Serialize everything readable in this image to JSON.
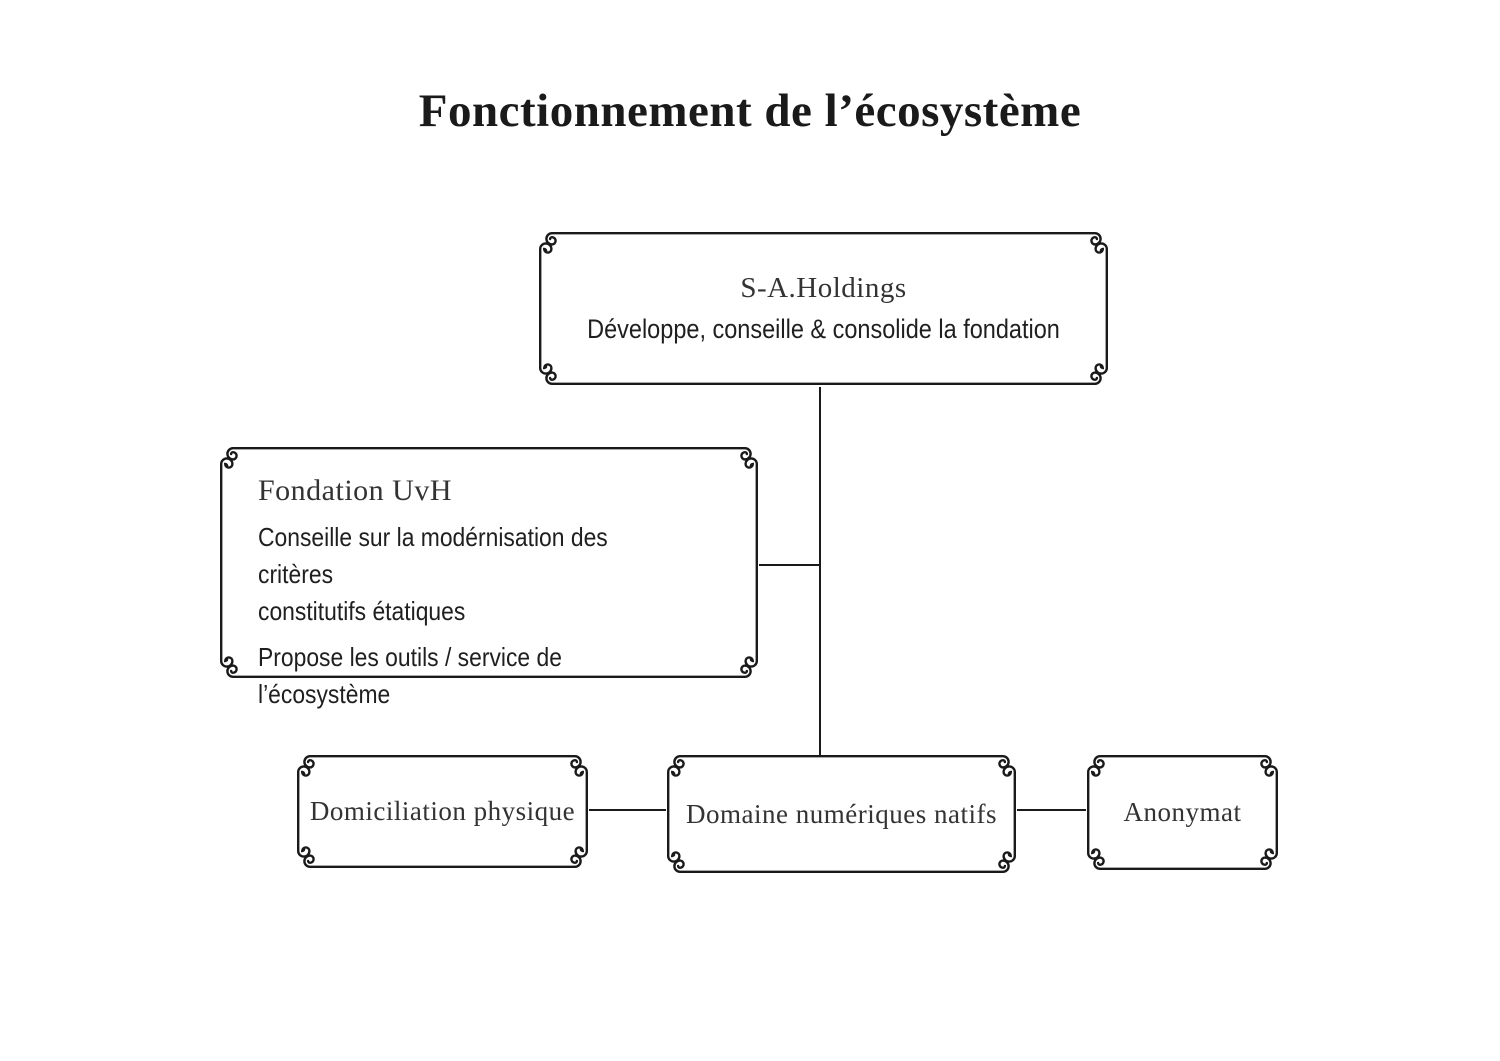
{
  "title": "Fonctionnement de l’écosystème",
  "colors": {
    "ink": "#1a1a1a",
    "background": "#ffffff"
  },
  "nodes": {
    "holdings": {
      "title": "S-A.Holdings",
      "subtitle": "Développe, conseille & consolide la fondation"
    },
    "fondation": {
      "title": "Fondation UvH",
      "body1": "Conseille sur la modérnisation des critères\nconstitutifs étatiques",
      "body2": "Propose les outils / service de l’écosystème"
    },
    "domiciliation": {
      "label": "Domiciliation physique"
    },
    "domaine": {
      "label": "Domaine numériques natifs"
    },
    "anonymat": {
      "label": "Anonymat"
    }
  },
  "edges": [
    {
      "from": "holdings",
      "to": "domaine"
    },
    {
      "from": "fondation",
      "to": "holdings-domaine-trunk"
    },
    {
      "from": "domiciliation",
      "to": "domaine"
    },
    {
      "from": "domaine",
      "to": "anonymat"
    }
  ]
}
